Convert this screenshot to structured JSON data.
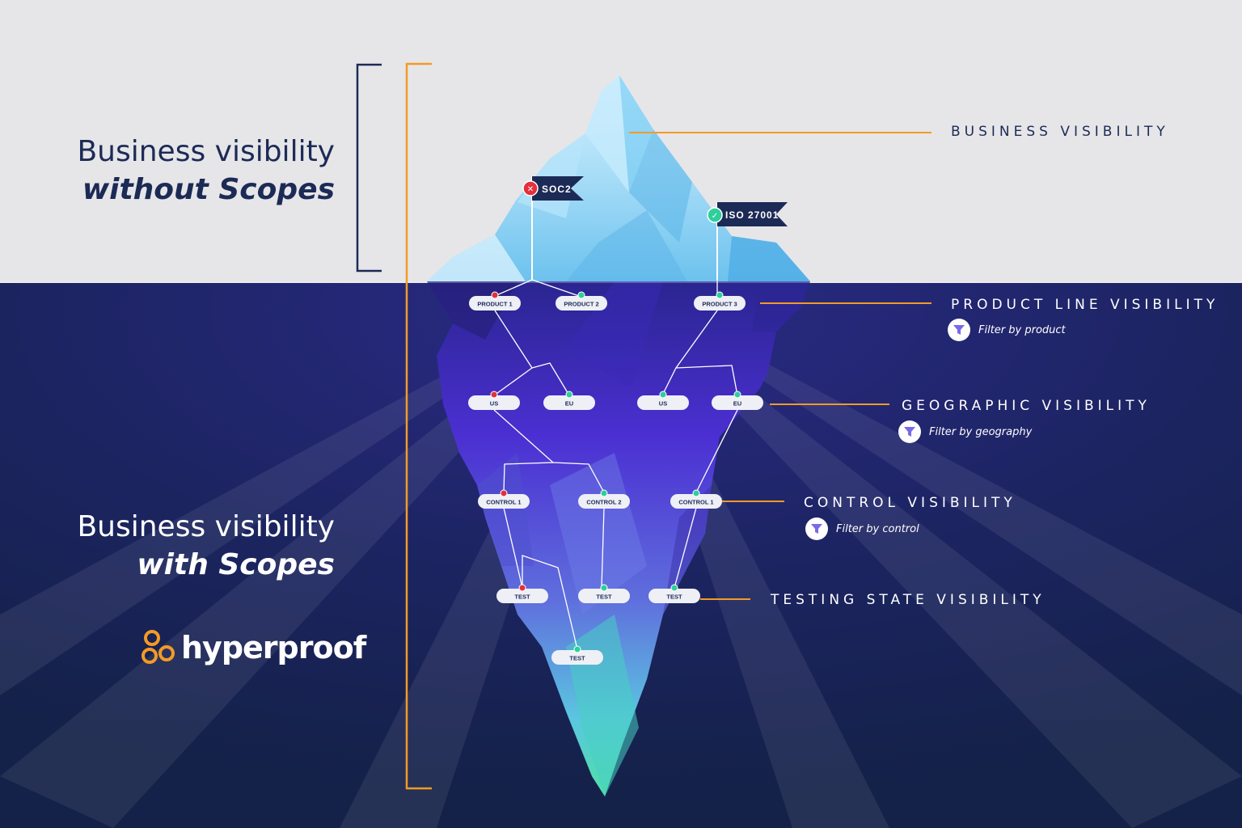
{
  "colors": {
    "sky": "#e6e6e8",
    "sea": "#1c2555",
    "accent": "#f39a26",
    "navy": "#1c2a56",
    "pass": "#2ecf9a",
    "fail": "#e2313c"
  },
  "headings": {
    "without_line1": "Business visibility",
    "without_line2": "without Scopes",
    "with_line1": "Business visibility",
    "with_line2": "with Scopes"
  },
  "brand": {
    "name": "hyperproof",
    "icon": "hyperproof-logo-icon"
  },
  "flags": [
    {
      "label": "SOC2",
      "status": "fail"
    },
    {
      "label": "ISO 27001",
      "status": "pass"
    }
  ],
  "levels": [
    {
      "label": "BUSINESS VISIBILITY",
      "filter": ""
    },
    {
      "label": "PRODUCT LINE VISIBILITY",
      "filter": "Filter by product"
    },
    {
      "label": "GEOGRAPHIC VISIBILITY",
      "filter": "Filter by geography"
    },
    {
      "label": "CONTROL VISIBILITY",
      "filter": "Filter by control"
    },
    {
      "label": "TESTING STATE VISIBILITY",
      "filter": ""
    }
  ],
  "filter_icon": "funnel-icon",
  "nodes": [
    {
      "label": "PRODUCT 1",
      "status": "fail"
    },
    {
      "label": "PRODUCT 2",
      "status": "pass"
    },
    {
      "label": "PRODUCT 3",
      "status": "pass"
    },
    {
      "label": "US",
      "status": "fail"
    },
    {
      "label": "EU",
      "status": "pass"
    },
    {
      "label": "US",
      "status": "pass"
    },
    {
      "label": "EU",
      "status": "pass"
    },
    {
      "label": "CONTROL 1",
      "status": "fail"
    },
    {
      "label": "CONTROL 2",
      "status": "pass"
    },
    {
      "label": "CONTROL 1",
      "status": "pass"
    },
    {
      "label": "TEST",
      "status": "fail"
    },
    {
      "label": "TEST",
      "status": "pass"
    },
    {
      "label": "TEST",
      "status": "pass"
    },
    {
      "label": "TEST",
      "status": "pass"
    }
  ]
}
